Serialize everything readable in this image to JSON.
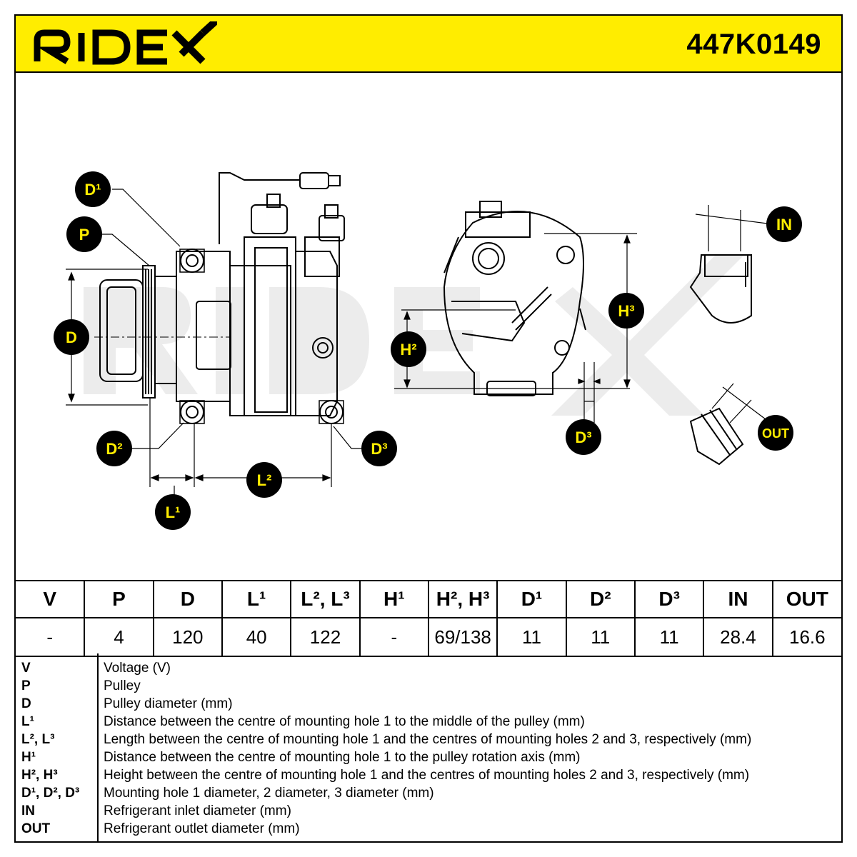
{
  "brand": "RIDEX",
  "part_number": "447K0149",
  "colors": {
    "brand_yellow": "#ffed00",
    "ink": "#000000",
    "watermark": "#e6e6e6"
  },
  "labels": {
    "D1": "D¹",
    "P": "P",
    "D": "D",
    "D2": "D²",
    "L1": "L¹",
    "L2": "L²",
    "D3": "D³",
    "H2": "H²",
    "H3": "H³",
    "D3b": "D³",
    "IN": "IN",
    "OUT": "OUT"
  },
  "table": {
    "headers": [
      "V",
      "P",
      "D",
      "L¹",
      "L², L³",
      "H¹",
      "H², H³",
      "D¹",
      "D²",
      "D³",
      "IN",
      "OUT"
    ],
    "values": [
      "-",
      "4",
      "120",
      "40",
      "122",
      "-",
      "69/138",
      "11",
      "11",
      "11",
      "28.4",
      "16.6"
    ]
  },
  "legend": [
    {
      "key": "V",
      "desc": "Voltage (V)"
    },
    {
      "key": "P",
      "desc": "Pulley"
    },
    {
      "key": "D",
      "desc": "Pulley diameter (mm)"
    },
    {
      "key": "L¹",
      "desc": "Distance between the centre of mounting hole 1 to the middle of the pulley (mm)"
    },
    {
      "key": "L², L³",
      "desc": "Length between the centre of mounting hole 1 and the centres of mounting holes 2 and 3, respectively (mm)"
    },
    {
      "key": "H¹",
      "desc": "Distance between the centre of mounting hole 1 to the pulley rotation axis (mm)"
    },
    {
      "key": "H², H³",
      "desc": "Height between the centre of mounting hole 1 and the centres of mounting holes 2 and 3, respectively (mm)"
    },
    {
      "key": "D¹, D², D³",
      "desc": "Mounting hole 1 diameter, 2 diameter, 3 diameter (mm)"
    },
    {
      "key": "IN",
      "desc": "Refrigerant inlet diameter (mm)"
    },
    {
      "key": "OUT",
      "desc": "Refrigerant outlet diameter (mm)"
    }
  ]
}
